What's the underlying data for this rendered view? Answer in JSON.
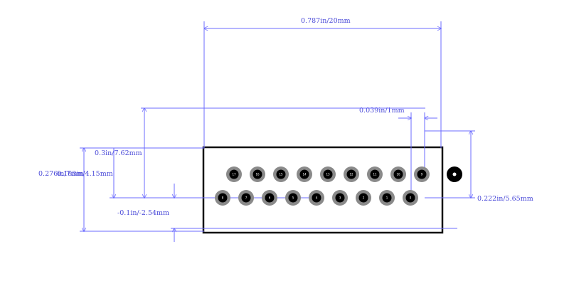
{
  "dimensions": {
    "width_overall": "0.787in/20mm",
    "pin_pitch": "0.039in/1mm",
    "row_spacing": "0.3in/7.62mm",
    "height_overall": "0.276in/7mm",
    "height_secondary": "0.163in/4.15mm",
    "row_offset": "-0.1in/-2.54mm",
    "marker_offset": "0.222in/5.65mm"
  },
  "top_row_pins": [
    "17",
    "16",
    "15",
    "14",
    "13",
    "12",
    "11",
    "10",
    "9"
  ],
  "bottom_row_pins": [
    "8",
    "7",
    "6",
    "5",
    "4",
    "3",
    "2",
    "1",
    "0"
  ],
  "colors": {
    "dimension_line": "#6b6bff",
    "label": "#4a4ad8",
    "body_outline": "#000000",
    "pad_ring": "#8a8a8a",
    "pad_hole": "#000000"
  }
}
